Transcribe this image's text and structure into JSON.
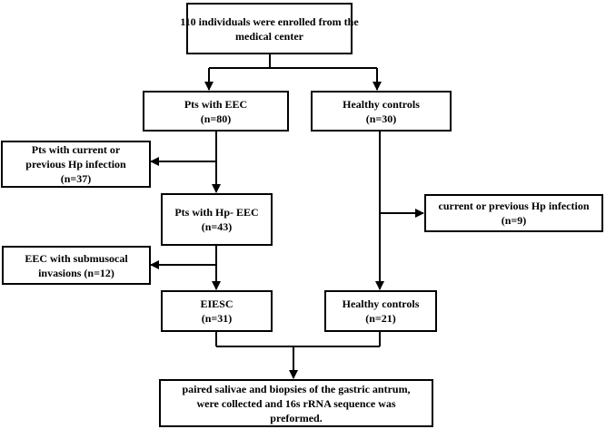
{
  "boxes": {
    "enrolled": {
      "lines": [
        "110 individuals were enrolled from the",
        "medical center"
      ]
    },
    "pts_eec": {
      "lines": [
        "Pts with EEC",
        "(n=80)"
      ]
    },
    "healthy_controls_initial": {
      "lines": [
        "Healthy controls",
        "(n=30)"
      ]
    },
    "hp_infection_excluded": {
      "lines": [
        "Pts with current or",
        "previous Hp infection",
        "(n=37)"
      ]
    },
    "pts_hp_neg_eec": {
      "lines": [
        "Pts with Hp- EEC",
        "(n=43)"
      ]
    },
    "controls_hp_excluded": {
      "lines": [
        "current or previous Hp infection",
        "(n=9)"
      ]
    },
    "submucosal_excluded": {
      "lines": [
        "EEC with submusocal",
        "invasions (n=12)"
      ]
    },
    "eiesc": {
      "lines": [
        "EIESC",
        "(n=31)"
      ]
    },
    "healthy_controls_final": {
      "lines": [
        "Healthy controls",
        "(n=21)"
      ]
    },
    "samples": {
      "lines": [
        "paired salivae and biopsies of the gastric antrum,",
        "were collected and 16s rRNA sequence was",
        "preformed."
      ]
    }
  },
  "colors": {
    "stroke": "#000000",
    "fill": "#ffffff",
    "text": "#000000"
  }
}
